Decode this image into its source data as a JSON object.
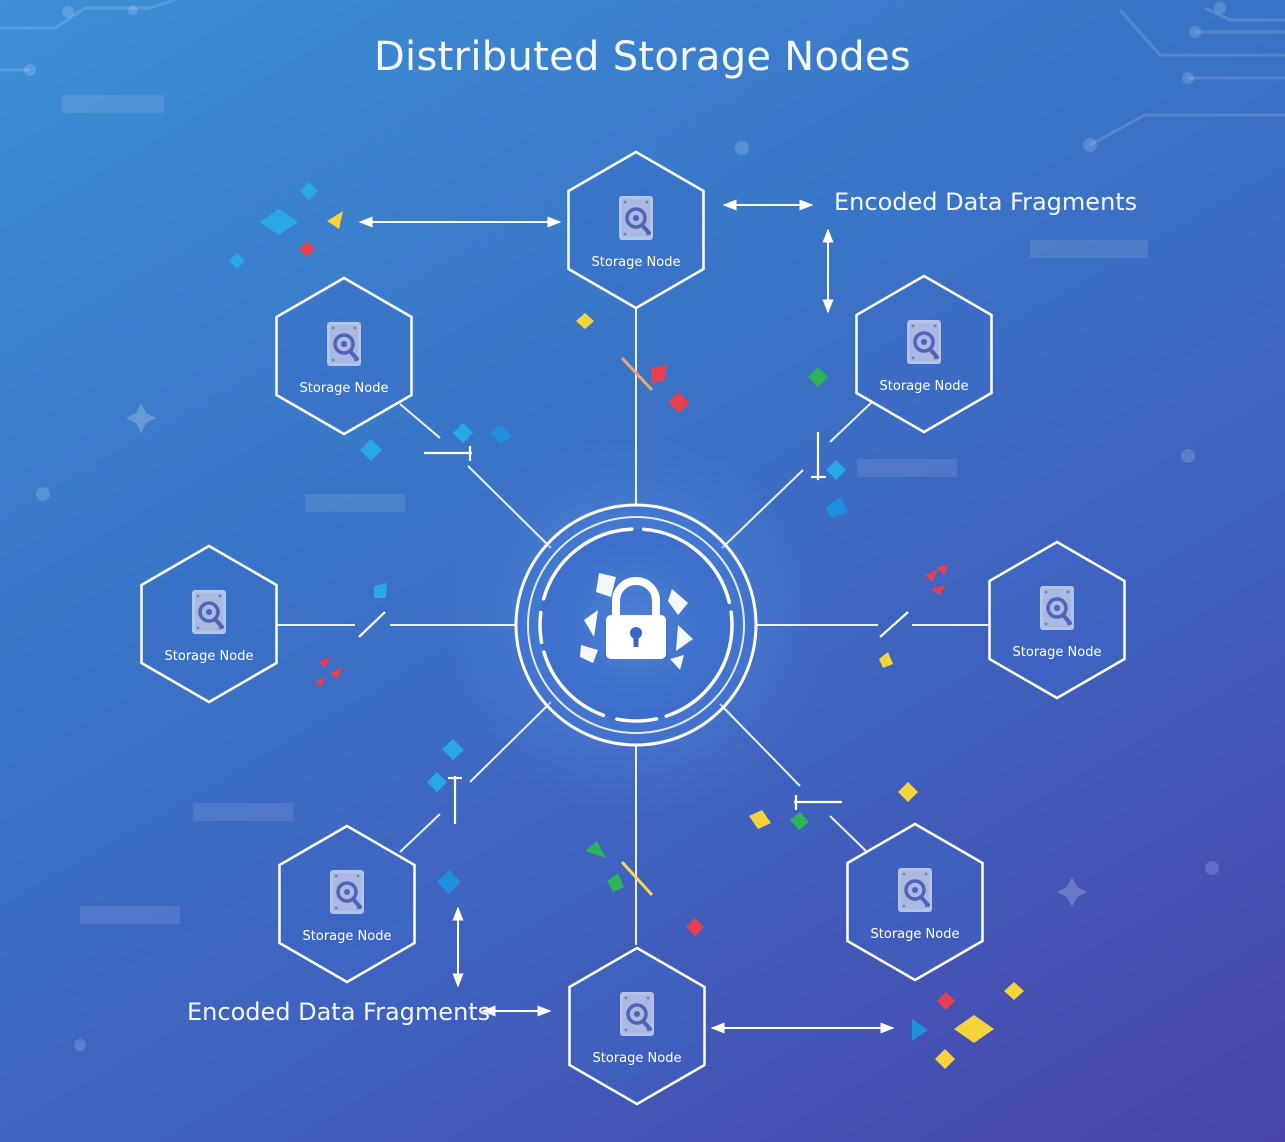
{
  "title": "Distributed Storage Nodes",
  "annotations": {
    "top_right": "Encoded Data Fragments",
    "bottom_left": "Encoded Data Fragments"
  },
  "hub": {
    "icon": "padlock-icon"
  },
  "nodes": [
    {
      "label": "Storage Node",
      "icon": "hard-drive-search-icon"
    },
    {
      "label": "Storage Node",
      "icon": "hard-drive-search-icon"
    },
    {
      "label": "Storage Node",
      "icon": "hard-drive-search-icon"
    },
    {
      "label": "Storage Node",
      "icon": "hard-drive-search-icon"
    },
    {
      "label": "Storage Node",
      "icon": "hard-drive-search-icon"
    },
    {
      "label": "Storage Node",
      "icon": "hard-drive-search-icon"
    },
    {
      "label": "Storage Node",
      "icon": "hard-drive-search-icon"
    },
    {
      "label": "Storage Node",
      "icon": "hard-drive-search-icon"
    }
  ],
  "colors": {
    "background_top": "#3d8fd6",
    "background_bottom": "#4a44a8",
    "line": "#ffffff",
    "fragment_blue": "#29a8e8",
    "fragment_red": "#e8404f",
    "fragment_yellow": "#f5d33a",
    "fragment_green": "#2bb55a"
  }
}
